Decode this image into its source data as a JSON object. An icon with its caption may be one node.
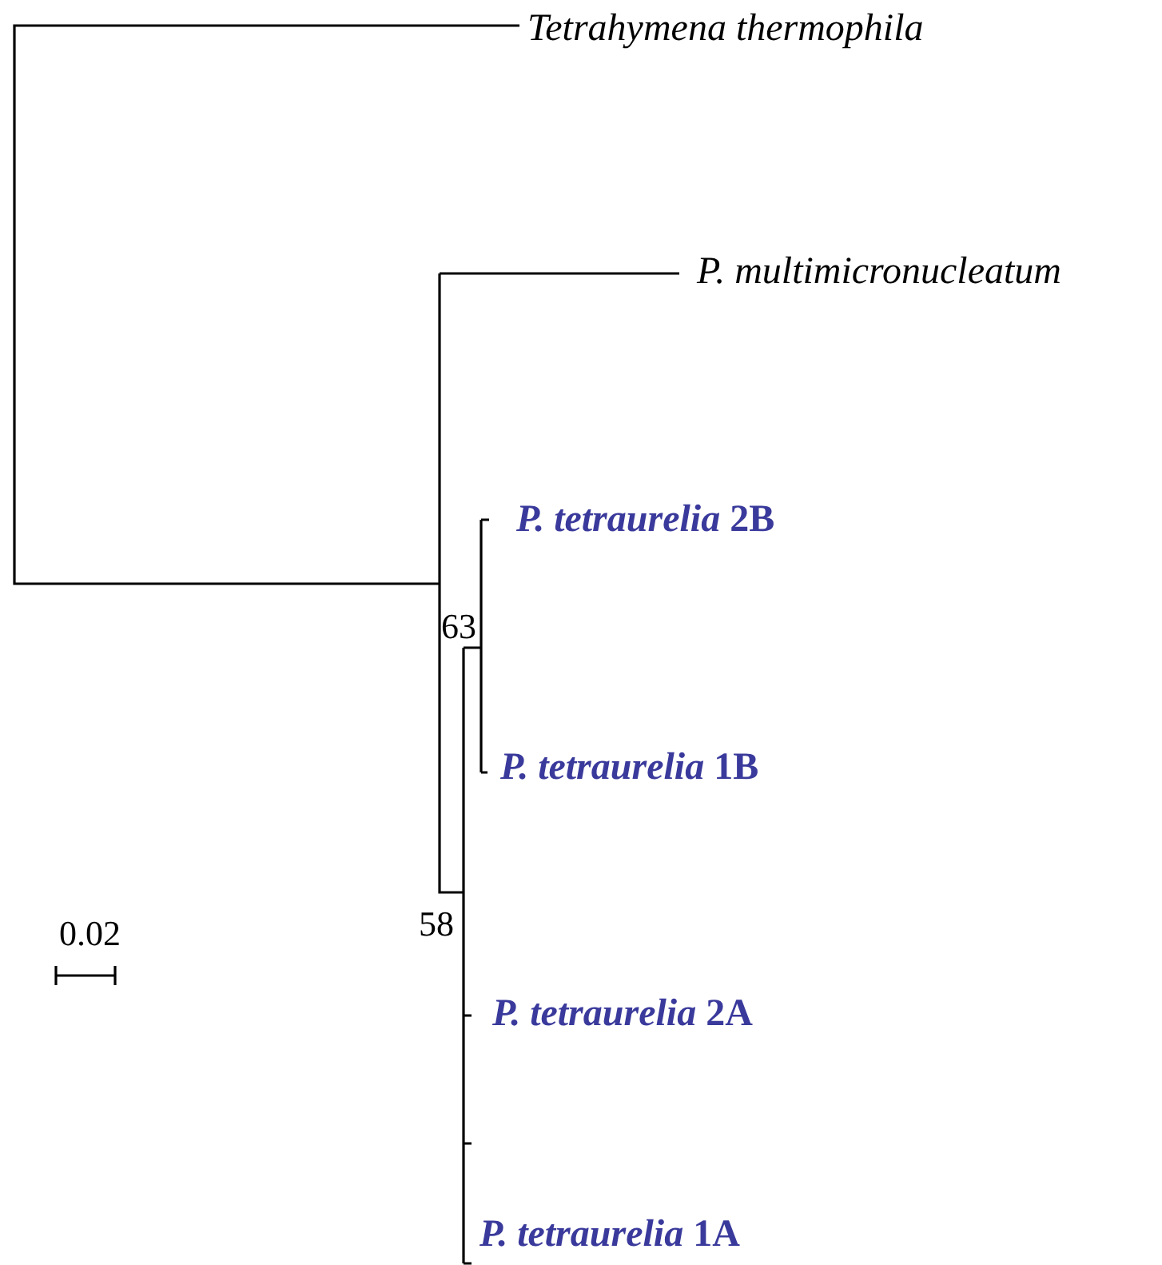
{
  "diagram": {
    "labels": [
      "Tetrahymena thermophila",
      "P. multimicronucleatum",
      "*P. tetraurelia* 2B",
      "63",
      "*P. tetraurelia* 1B",
      "58",
      "0.02",
      "*P. tetraurelia* 2A",
      "*P. tetraurelia* 1A"
    ]
  }
}
